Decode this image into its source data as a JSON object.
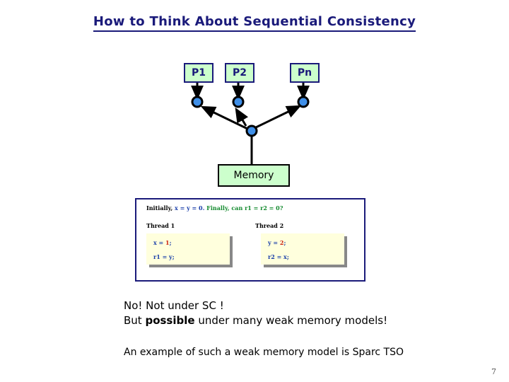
{
  "slide": {
    "title": "How to Think About Sequential Consistency",
    "page_number": "7"
  },
  "diagram": {
    "processors": [
      {
        "label": "P1"
      },
      {
        "label": "P2"
      },
      {
        "label": "Pn"
      }
    ],
    "memory_label": "Memory",
    "colors": {
      "box_fill": "#ccffcc",
      "proc_border": "#1a1a7a",
      "proc_text": "#1a1a7a",
      "memory_border": "#000000",
      "memory_text": "#000000",
      "node_fill": "#3f8fe8",
      "node_stroke": "#000000",
      "edge": "#000000"
    }
  },
  "code_panel": {
    "setup": {
      "initial_text": "Initially, ",
      "vars_text": "x = y = 0. ",
      "query_text": "Finally, can r1 = r2 = 0?"
    },
    "threads": [
      {
        "label": "Thread 1",
        "lines": [
          {
            "prefix": "x = ",
            "value": "1",
            "suffix": ";"
          },
          {
            "prefix": "r1 = y",
            "value": "",
            "suffix": ";"
          }
        ]
      },
      {
        "label": "Thread 2",
        "lines": [
          {
            "prefix": "y = ",
            "value": "2",
            "suffix": ";"
          },
          {
            "prefix": "r2 = x",
            "value": "",
            "suffix": ";"
          }
        ]
      }
    ],
    "colors": {
      "panel_border": "#1a1a7a",
      "code_bg": "#ffffdd",
      "code_text": "#1a3faa",
      "value_text": "#cc2211",
      "query_text": "#138a2e",
      "shadow": "#888888"
    }
  },
  "bottom": {
    "answer_line_1": "No! Not under SC !",
    "answer_line_2_pre": "But ",
    "answer_line_2_emph": "possible",
    "answer_line_2_post": " under many weak memory models!",
    "example_line": "An example of such a weak memory model is Sparc TSO"
  }
}
